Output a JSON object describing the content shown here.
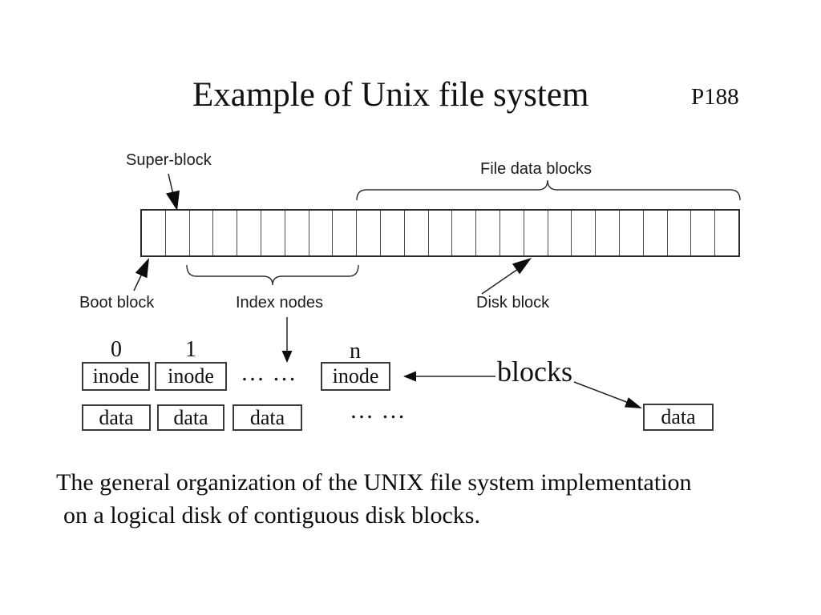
{
  "slide": {
    "title": "Example of Unix file system",
    "page_ref": "P188"
  },
  "diagram": {
    "labels": {
      "super_block": "Super-block",
      "file_data_blocks": "File data blocks",
      "boot_block": "Boot block",
      "index_nodes": "Index nodes",
      "disk_block": "Disk block",
      "blocks": "blocks"
    },
    "disk_strip": {
      "block_count": 25
    },
    "inode_row": {
      "boxes": [
        {
          "index": "0",
          "label": "inode"
        },
        {
          "index": "1",
          "label": "inode"
        },
        {
          "index": "n",
          "label": "inode"
        }
      ],
      "ellipsis": "… …"
    },
    "data_row": {
      "boxes": [
        {
          "label": "data"
        },
        {
          "label": "data"
        },
        {
          "label": "data"
        },
        {
          "label": "data"
        }
      ],
      "ellipsis": "… …"
    }
  },
  "caption": {
    "line1": "The general organization of the UNIX file system implementation",
    "line2": "on a logical disk of contiguous disk blocks."
  },
  "colors": {
    "background": "#ffffff",
    "ink": "#111111",
    "box_border": "#3a3a3a"
  }
}
